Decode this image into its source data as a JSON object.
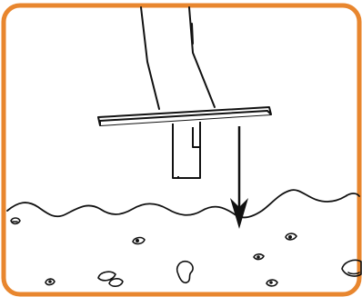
{
  "colors": {
    "frame": "#E8862E",
    "ink": "#111111",
    "background": "#FFFFFF"
  },
  "illustration": {
    "tool": "shovel-handle-with-crossbar",
    "motion": "downward-arrow",
    "ground": "wavy-soil-line",
    "soil_particles": "small-pebble-and-seed-icons"
  }
}
